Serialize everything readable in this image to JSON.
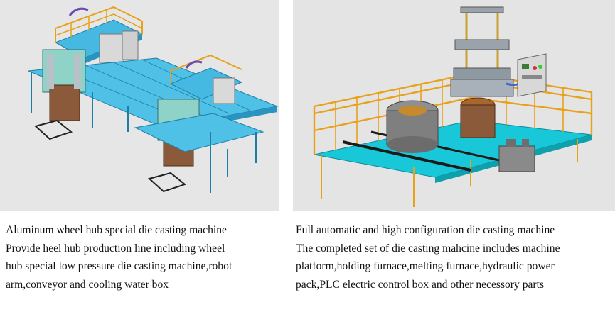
{
  "left": {
    "caption_lines": [
      "Aluminum wheel hub special die casting machine",
      "Provide heel hub production line including wheel",
      "hub special low pressure die casting machine,robot",
      "arm,conveyor and cooling water box"
    ]
  },
  "right": {
    "caption_lines": [
      "Full automatic and high configuration die casting machine",
      "The completed set of die casting mahcine includes machine",
      "platform,holding furnace,melting furnace,hydraulic power",
      "pack,PLC electric control box and other necessory parts"
    ]
  },
  "colors": {
    "platform": "#3fb6e0",
    "platform_dark": "#1d7fa8",
    "railing": "#e8a21a",
    "floor_cyan": "#19c8d8",
    "steel": "#9aa3ab",
    "furnace_brown": "#8a5a3a",
    "purple": "#6a4ab0"
  }
}
